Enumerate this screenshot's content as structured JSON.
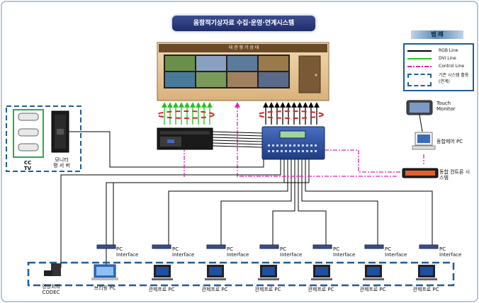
{
  "title": "옴팜적기상자료 수집·운영·연계시스템",
  "wall_caption": "대 관 형  기 상 대",
  "legend": {
    "heading": "범 례",
    "items": [
      {
        "label": "RGB Line",
        "color": "#000000",
        "style": "solid"
      },
      {
        "label": "DVI Line",
        "color": "#22c422",
        "style": "solid"
      },
      {
        "label": "Control Line",
        "color": "#e020b0",
        "style": "dash-dot"
      },
      {
        "label": "기존 시스템 활용 (연계)",
        "color": "#1d5d9a",
        "style": "dashed-box"
      }
    ]
  },
  "nodes": {
    "cctv": "CC TV",
    "monitor_cabinet": "모니터 평 서 버",
    "touch_monitor": "Touch Monitor",
    "control_pc": "동합제어 PC",
    "control_system": "동합 컨트론 시스템",
    "codec": "영상회의 CODEC",
    "briefing_pc": "브리핑 PC",
    "pc_interface": "PC Interface",
    "forecast_pc": "관제프로 PC"
  },
  "bottom_pcs": [
    {
      "label": "관제프로 PC",
      "interface": "PC Interface"
    },
    {
      "label": "관제프로 PC",
      "interface": "PC Interface"
    },
    {
      "label": "관제프로 PC",
      "interface": "PC Interface"
    },
    {
      "label": "관제프로 PC",
      "interface": "PC Interface"
    },
    {
      "label": "관제프로 PC",
      "interface": "PC Interface"
    },
    {
      "label": "관제프로 PC",
      "interface": "PC Interface"
    }
  ],
  "colors": {
    "frame": "#1d5d9a",
    "rgb": "#000000",
    "dvi": "#22c422",
    "control": "#e020b0",
    "wall": "#e8c79a",
    "wall_dark": "#6b4a28",
    "cctv_box": "#2fa84a"
  }
}
